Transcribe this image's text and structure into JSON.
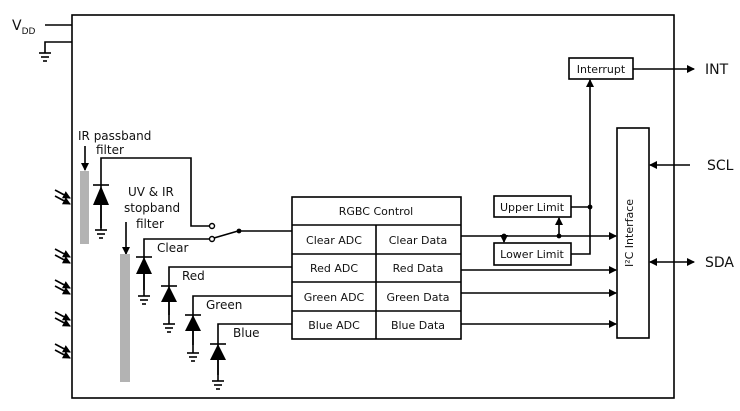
{
  "title": "RGBC color sensor functional block diagram",
  "pins": {
    "vdd": "V",
    "vdd_sub": "DD",
    "int": "INT",
    "scl": "SCL",
    "sda": "SDA"
  },
  "filters": {
    "ir_passband_line1": "IR passband",
    "ir_passband_line2": "filter",
    "uv_ir_line1": "UV & IR",
    "uv_ir_line2": "stopband",
    "uv_ir_line3": "filter",
    "colors": {
      "filter_bar": "#b3b3b3"
    }
  },
  "channels": [
    "Clear",
    "Red",
    "Green",
    "Blue"
  ],
  "rgbc_block": {
    "header": "RGBC Control",
    "rows": [
      {
        "adc": "Clear ADC",
        "data": "Clear Data"
      },
      {
        "adc": "Red ADC",
        "data": "Red Data"
      },
      {
        "adc": "Green ADC",
        "data": "Green Data"
      },
      {
        "adc": "Blue ADC",
        "data": "Blue Data"
      }
    ]
  },
  "limits": {
    "upper": "Upper Limit",
    "lower": "Lower Limit"
  },
  "interrupt": "Interrupt",
  "i2c": "I²C Interface"
}
